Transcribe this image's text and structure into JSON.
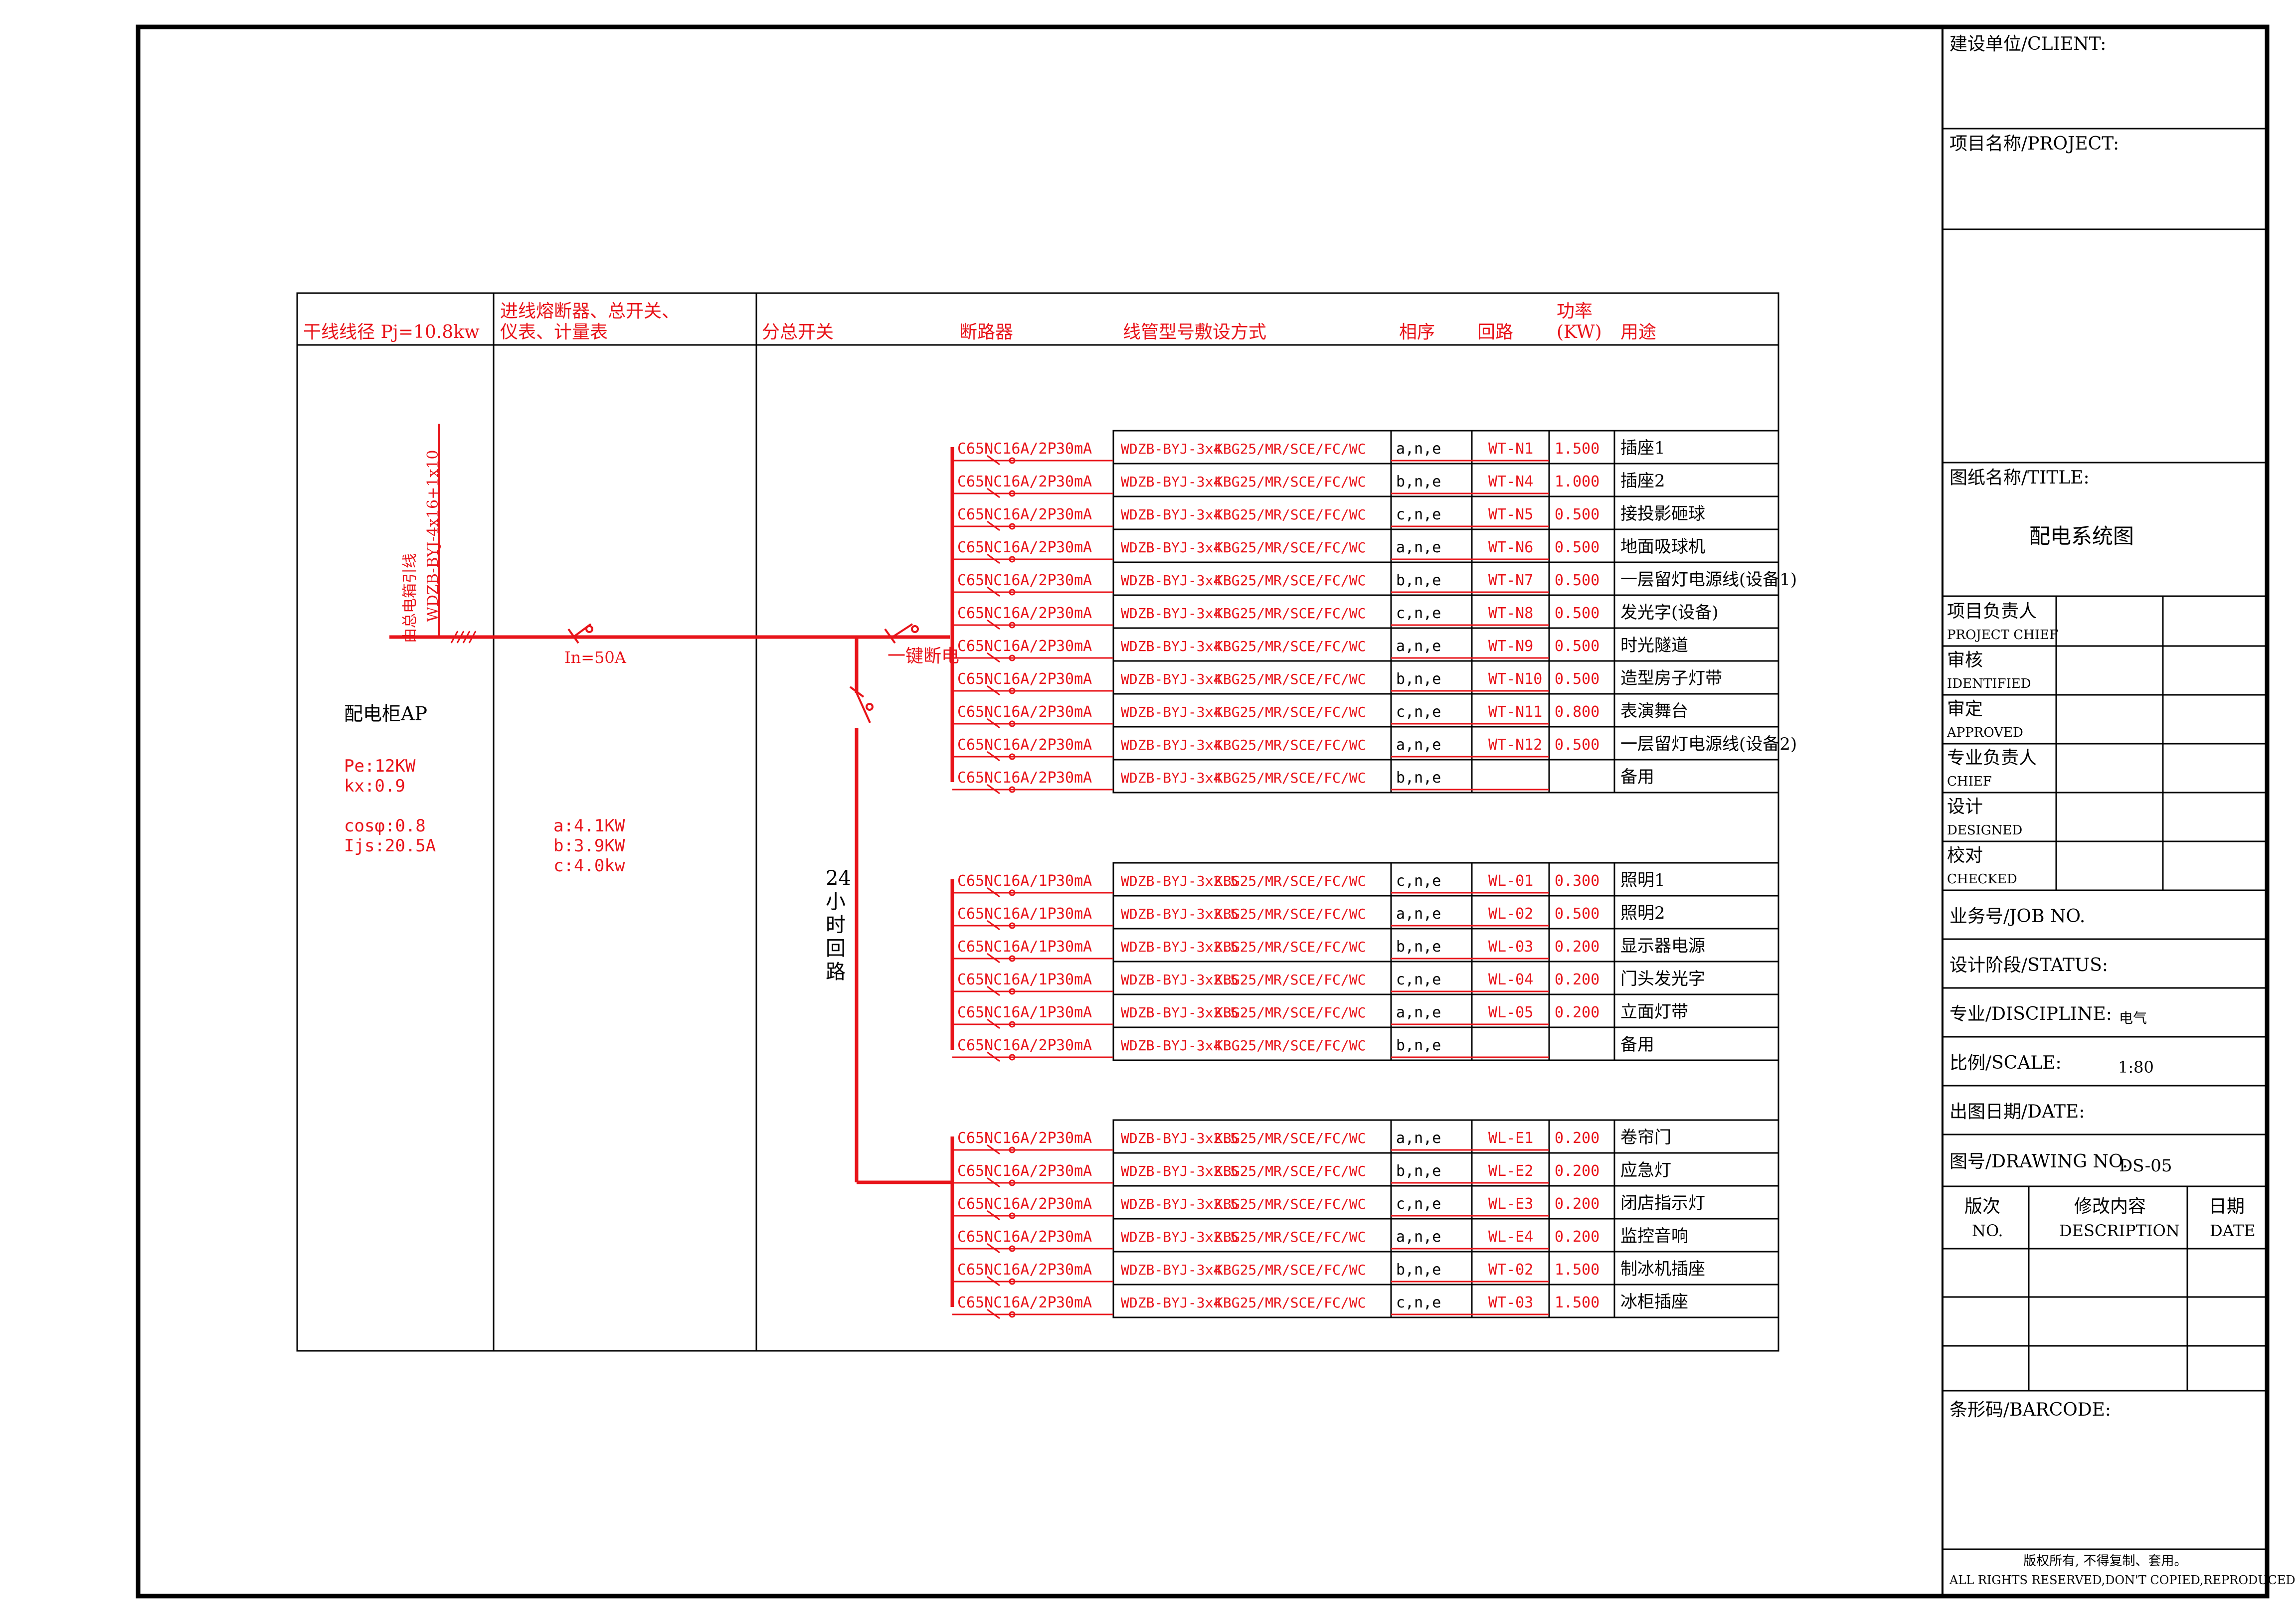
{
  "colors": {
    "line": "#000000",
    "accent": "#e8141a"
  },
  "header": {
    "trunk": "干线线径 Pj=10.8kw",
    "incoming_1": "进线熔断器、总开关、",
    "incoming_2": "仪表、计量表",
    "sub_switch": "分总开关",
    "breaker": "断路器",
    "conduit": "线管型号敷设方式",
    "phase": "相序",
    "circuit": "回路",
    "power_1": "功率",
    "power_2": "(KW)",
    "usage": "用途"
  },
  "feeder": {
    "cable": "WDZB-BYJ-4x16+1x10",
    "source": "由总电箱引线",
    "main_switch": "In=50A",
    "one_key": "一键断电",
    "loop24": [
      "24",
      "小",
      "时",
      "回",
      "路"
    ]
  },
  "panel": {
    "name": "配电柜AP",
    "pe": "Pe:12KW",
    "kx": "kx:0.9",
    "cos": "cosφ:0.8",
    "ijs": "Ijs:20.5A",
    "phase_a": "a:4.1KW",
    "phase_b": "b:3.9KW",
    "phase_c": "c:4.0kw"
  },
  "groups": [
    {
      "rows": [
        {
          "breaker": "C65NC16A/2P",
          "ma": "30mA",
          "cable": "WDZB-BYJ-3x4",
          "lay": "KBG25/MR/SCE/FC/WC",
          "phase": "a,n,e",
          "circuit": "WT-N1",
          "power": "1.500",
          "usage": "插座1"
        },
        {
          "breaker": "C65NC16A/2P",
          "ma": "30mA",
          "cable": "WDZB-BYJ-3x4",
          "lay": "KBG25/MR/SCE/FC/WC",
          "phase": "b,n,e",
          "circuit": "WT-N4",
          "power": "1.000",
          "usage": "插座2"
        },
        {
          "breaker": "C65NC16A/2P",
          "ma": "30mA",
          "cable": "WDZB-BYJ-3x4",
          "lay": "KBG25/MR/SCE/FC/WC",
          "phase": "c,n,e",
          "circuit": "WT-N5",
          "power": "0.500",
          "usage": "接投影砸球"
        },
        {
          "breaker": "C65NC16A/2P",
          "ma": "30mA",
          "cable": "WDZB-BYJ-3x4",
          "lay": "KBG25/MR/SCE/FC/WC",
          "phase": "a,n,e",
          "circuit": "WT-N6",
          "power": "0.500",
          "usage": "地面吸球机"
        },
        {
          "breaker": "C65NC16A/2P",
          "ma": "30mA",
          "cable": "WDZB-BYJ-3x4",
          "lay": "KBG25/MR/SCE/FC/WC",
          "phase": "b,n,e",
          "circuit": "WT-N7",
          "power": "0.500",
          "usage": "一层留灯电源线(设备1)"
        },
        {
          "breaker": "C65NC16A/2P",
          "ma": "30mA",
          "cable": "WDZB-BYJ-3x4",
          "lay": "KBG25/MR/SCE/FC/WC",
          "phase": "c,n,e",
          "circuit": "WT-N8",
          "power": "0.500",
          "usage": "发光字(设备)"
        },
        {
          "breaker": "C65NC16A/2P",
          "ma": "30mA",
          "cable": "WDZB-BYJ-3x4",
          "lay": "KBG25/MR/SCE/FC/WC",
          "phase": "a,n,e",
          "circuit": "WT-N9",
          "power": "0.500",
          "usage": "时光隧道"
        },
        {
          "breaker": "C65NC16A/2P",
          "ma": "30mA",
          "cable": "WDZB-BYJ-3x4",
          "lay": "KBG25/MR/SCE/FC/WC",
          "phase": "b,n,e",
          "circuit": "WT-N10",
          "power": "0.500",
          "usage": "造型房子灯带"
        },
        {
          "breaker": "C65NC16A/2P",
          "ma": "30mA",
          "cable": "WDZB-BYJ-3x4",
          "lay": "KBG25/MR/SCE/FC/WC",
          "phase": "c,n,e",
          "circuit": "WT-N11",
          "power": "0.800",
          "usage": "表演舞台"
        },
        {
          "breaker": "C65NC16A/2P",
          "ma": "30mA",
          "cable": "WDZB-BYJ-3x4",
          "lay": "KBG25/MR/SCE/FC/WC",
          "phase": "a,n,e",
          "circuit": "WT-N12",
          "power": "0.500",
          "usage": "一层留灯电源线(设备2)"
        },
        {
          "breaker": "C65NC16A/2P",
          "ma": "30mA",
          "cable": "WDZB-BYJ-3x4",
          "lay": "KBG25/MR/SCE/FC/WC",
          "phase": "b,n,e",
          "circuit": "",
          "power": "",
          "usage": "备用"
        }
      ]
    },
    {
      "rows": [
        {
          "breaker": "C65NC16A/1P",
          "ma": "30mA",
          "cable": "WDZB-BYJ-3x2.5",
          "lay": "KBG25/MR/SCE/FC/WC",
          "phase": "c,n,e",
          "circuit": "WL-01",
          "power": "0.300",
          "usage": "照明1"
        },
        {
          "breaker": "C65NC16A/1P",
          "ma": "30mA",
          "cable": "WDZB-BYJ-3x2.5",
          "lay": "KBG25/MR/SCE/FC/WC",
          "phase": "a,n,e",
          "circuit": "WL-02",
          "power": "0.500",
          "usage": "照明2"
        },
        {
          "breaker": "C65NC16A/1P",
          "ma": "30mA",
          "cable": "WDZB-BYJ-3x2.5",
          "lay": "KBG25/MR/SCE/FC/WC",
          "phase": "b,n,e",
          "circuit": "WL-03",
          "power": "0.200",
          "usage": "显示器电源"
        },
        {
          "breaker": "C65NC16A/1P",
          "ma": "30mA",
          "cable": "WDZB-BYJ-3x2.5",
          "lay": "KBG25/MR/SCE/FC/WC",
          "phase": "c,n,e",
          "circuit": "WL-04",
          "power": "0.200",
          "usage": "门头发光字"
        },
        {
          "breaker": "C65NC16A/1P",
          "ma": "30mA",
          "cable": "WDZB-BYJ-3x2.5",
          "lay": "KBG25/MR/SCE/FC/WC",
          "phase": "a,n,e",
          "circuit": "WL-05",
          "power": "0.200",
          "usage": "立面灯带"
        },
        {
          "breaker": "C65NC16A/2P",
          "ma": "30mA",
          "cable": "WDZB-BYJ-3x4",
          "lay": "KBG25/MR/SCE/FC/WC",
          "phase": "b,n,e",
          "circuit": "",
          "power": "",
          "usage": "备用"
        }
      ]
    },
    {
      "rows": [
        {
          "breaker": "C65NC16A/2P",
          "ma": "30mA",
          "cable": "WDZB-BYJ-3x2.5",
          "lay": "KBG25/MR/SCE/FC/WC",
          "phase": "a,n,e",
          "circuit": "WL-E1",
          "power": "0.200",
          "usage": "卷帘门"
        },
        {
          "breaker": "C65NC16A/2P",
          "ma": "30mA",
          "cable": "WDZB-BYJ-3x2.5",
          "lay": "KBG25/MR/SCE/FC/WC",
          "phase": "b,n,e",
          "circuit": "WL-E2",
          "power": "0.200",
          "usage": "应急灯"
        },
        {
          "breaker": "C65NC16A/2P",
          "ma": "30mA",
          "cable": "WDZB-BYJ-3x2.5",
          "lay": "KBG25/MR/SCE/FC/WC",
          "phase": "c,n,e",
          "circuit": "WL-E3",
          "power": "0.200",
          "usage": "闭店指示灯"
        },
        {
          "breaker": "C65NC16A/2P",
          "ma": "30mA",
          "cable": "WDZB-BYJ-3x2.5",
          "lay": "KBG25/MR/SCE/FC/WC",
          "phase": "a,n,e",
          "circuit": "WL-E4",
          "power": "0.200",
          "usage": "监控音响"
        },
        {
          "breaker": "C65NC16A/2P",
          "ma": "30mA",
          "cable": "WDZB-BYJ-3x4",
          "lay": "KBG25/MR/SCE/FC/WC",
          "phase": "b,n,e",
          "circuit": "WT-02",
          "power": "1.500",
          "usage": "制冰机插座"
        },
        {
          "breaker": "C65NC16A/2P",
          "ma": "30mA",
          "cable": "WDZB-BYJ-3x4",
          "lay": "KBG25/MR/SCE/FC/WC",
          "phase": "c,n,e",
          "circuit": "WT-03",
          "power": "1.500",
          "usage": "冰柜插座"
        }
      ]
    }
  ],
  "title_block": {
    "client": "建设单位/CLIENT:",
    "project": "项目名称/PROJECT:",
    "title_label": "图纸名称/TITLE:",
    "title_value": "配电系统图",
    "roles": [
      {
        "cn": "项目负责人",
        "en": "PROJECT CHIEF"
      },
      {
        "cn": "审核",
        "en": "IDENTIFIED"
      },
      {
        "cn": "审定",
        "en": "APPROVED"
      },
      {
        "cn": "专业负责人",
        "en": "CHIEF"
      },
      {
        "cn": "设计",
        "en": "DESIGNED"
      },
      {
        "cn": "校对",
        "en": "CHECKED"
      }
    ],
    "job_no": "业务号/JOB NO.",
    "status": "设计阶段/STATUS:",
    "discipline": "专业/DISCIPLINE:",
    "discipline_value": "电气",
    "scale": "比例/SCALE:",
    "scale_value": "1:80",
    "date": "出图日期/DATE:",
    "drawing_no": "图号/DRAWING NO.",
    "drawing_no_value": "DS-05",
    "rev_no_cn": "版次",
    "rev_no_en": "NO.",
    "rev_desc_cn": "修改内容",
    "rev_desc_en": "DESCRIPTION",
    "rev_date_cn": "日期",
    "rev_date_en": "DATE",
    "barcode": "条形码/BARCODE:",
    "rights_cn": "版权所有, 不得复制、套用。",
    "rights_en": "ALL RIGHTS RESERVED,DON'T COPIED,REPRODUCED."
  }
}
